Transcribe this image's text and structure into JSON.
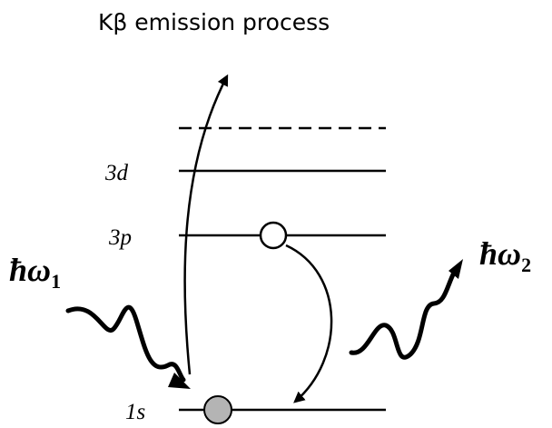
{
  "title": "Kβ emission process",
  "levels": {
    "3d": "3d",
    "3p": "3p",
    "1s": "1s"
  },
  "photons": {
    "incoming": {
      "symbol": "ħω",
      "subscript": "1"
    },
    "outgoing": {
      "symbol": "ħω",
      "subscript": "2"
    }
  },
  "colors": {
    "line": "#000000",
    "electron_fill": "#b4b4b4",
    "hole_fill": "#ffffff"
  }
}
